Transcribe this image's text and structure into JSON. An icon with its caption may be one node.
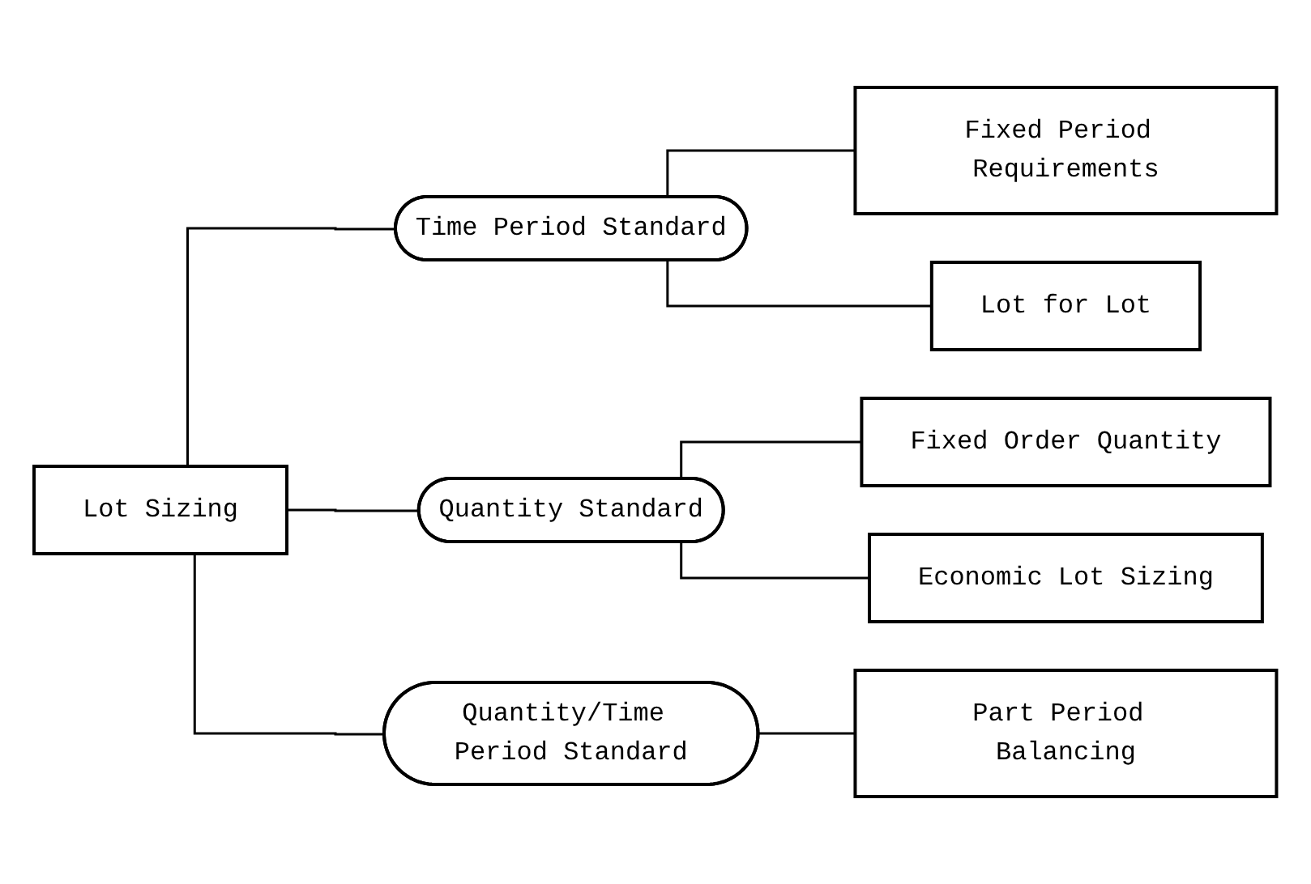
{
  "diagram": {
    "nodes": [
      {
        "text": [
          "Lot Sizing"
        ]
      },
      {
        "text": [
          "Time Period Standard"
        ]
      },
      {
        "text": [
          "Quantity Standard"
        ]
      },
      {
        "text": [
          "Quantity/Time Period Standard"
        ]
      },
      {
        "text": [
          "Fixed Period Requirements"
        ]
      },
      {
        "text": [
          "Lot for Lot"
        ]
      },
      {
        "text": [
          "Fixed Order Quantity"
        ]
      },
      {
        "text": [
          "Economic Lot Sizing"
        ]
      },
      {
        "text": [
          "Part Period Balancing"
        ]
      }
    ],
    "edges": [
      {
        "from": 0,
        "to": 1,
        "arrow": "none"
      },
      {
        "from": 0,
        "to": 2,
        "arrow": "none"
      },
      {
        "from": 0,
        "to": 3,
        "arrow": "none"
      },
      {
        "from": 1,
        "to": 4,
        "arrow": "none"
      },
      {
        "from": 1,
        "to": 5,
        "arrow": "none"
      },
      {
        "from": 2,
        "to": 6,
        "arrow": "none"
      },
      {
        "from": 2,
        "to": 7,
        "arrow": "none"
      },
      {
        "from": 3,
        "to": 8,
        "arrow": "none"
      }
    ]
  }
}
